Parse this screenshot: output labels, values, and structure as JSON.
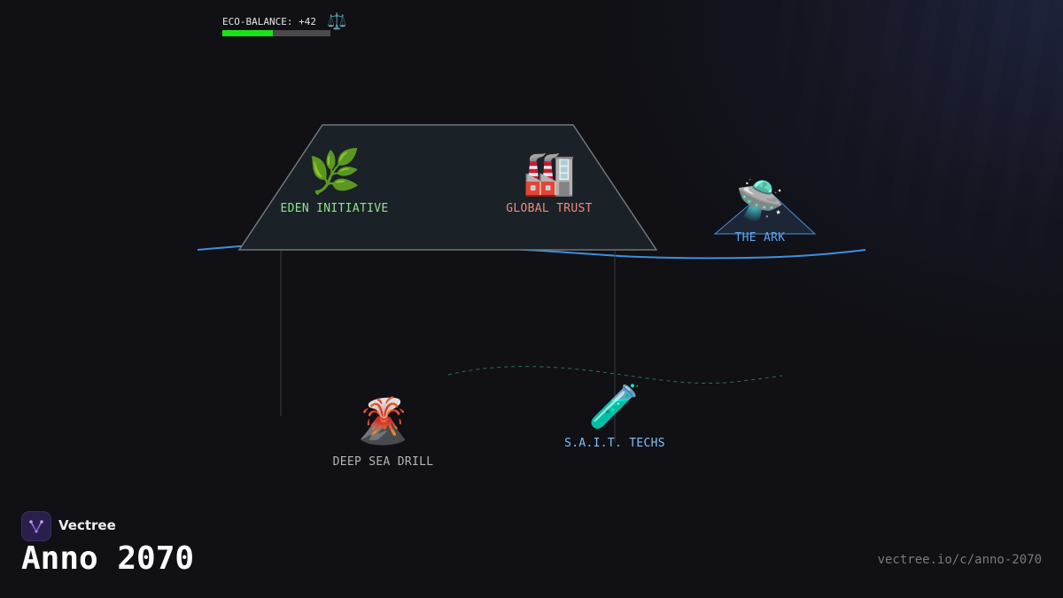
{
  "eco_balance": {
    "label": "ECO-BALANCE: +42",
    "icon": "balance-scale-icon",
    "icon_glyph": "⚖️",
    "fill_fraction": 0.47,
    "fill_color": "#19e219"
  },
  "nodes": {
    "eden": {
      "label": "EDEN INITIATIVE",
      "icon": "herb-icon",
      "glyph": "🌿",
      "color": "#8fe38f"
    },
    "global_trust": {
      "label": "GLOBAL TRUST",
      "icon": "factory-icon",
      "glyph": "🏭",
      "color": "#f08a80"
    },
    "ark": {
      "label": "THE ARK",
      "icon": "flying-saucer-icon",
      "glyph": "🛸",
      "color": "#5ea7ee"
    },
    "deep_sea_drill": {
      "label": "DEEP SEA DRILL",
      "icon": "volcano-icon",
      "glyph": "🌋",
      "color": "#b5b5b5"
    },
    "sait": {
      "label": "S.A.I.T. TECHS",
      "icon": "test-tube-icon",
      "glyph": "🧪",
      "color": "#7fc0f5"
    }
  },
  "brand": {
    "name": "Vectree",
    "logo_icon": "vectree-logo-icon"
  },
  "title": "Anno 2070",
  "url": "vectree.io/c/anno-2070"
}
